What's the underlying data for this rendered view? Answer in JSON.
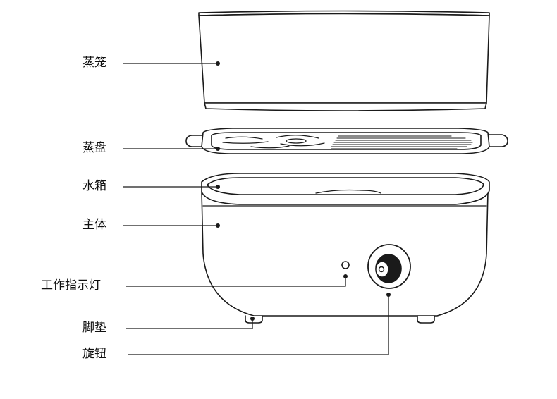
{
  "labels": {
    "steamer_basket": "蒸笼",
    "steam_tray": "蒸盘",
    "water_tank": "水箱",
    "main_body": "主体",
    "indicator_light": "工作指示灯",
    "foot_pad": "脚垫",
    "knob": "旋钮"
  },
  "colors": {
    "line": "#1a1a1a",
    "fill": "#ffffff",
    "text": "#111111"
  }
}
